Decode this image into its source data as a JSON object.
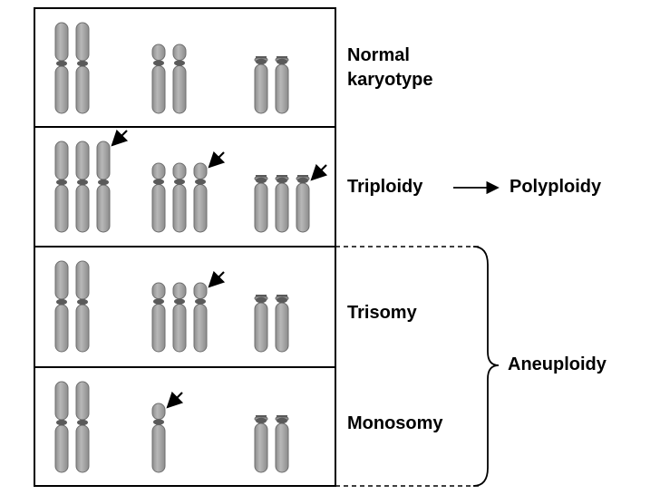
{
  "rows": [
    {
      "label_lines": [
        "Normal",
        "karyotype"
      ],
      "groups": [
        {
          "type": "large",
          "count": 2,
          "arrow": false
        },
        {
          "type": "medium",
          "count": 2,
          "arrow": false
        },
        {
          "type": "small",
          "count": 2,
          "arrow": false
        }
      ]
    },
    {
      "label_lines": [
        "Triploidy"
      ],
      "groups": [
        {
          "type": "large",
          "count": 3,
          "arrow": true
        },
        {
          "type": "medium",
          "count": 3,
          "arrow": true
        },
        {
          "type": "small",
          "count": 3,
          "arrow": true
        }
      ]
    },
    {
      "label_lines": [
        "Trisomy"
      ],
      "groups": [
        {
          "type": "large",
          "count": 2,
          "arrow": false
        },
        {
          "type": "medium",
          "count": 3,
          "arrow": true
        },
        {
          "type": "small",
          "count": 2,
          "arrow": false
        }
      ]
    },
    {
      "label_lines": [
        "Monosomy"
      ],
      "groups": [
        {
          "type": "large",
          "count": 2,
          "arrow": false
        },
        {
          "type": "medium",
          "count": 1,
          "arrow": true
        },
        {
          "type": "small",
          "count": 2,
          "arrow": false
        }
      ]
    }
  ],
  "polyploidy": {
    "label": "Polyploidy",
    "linked_row": "Triploidy"
  },
  "aneuploidy": {
    "label": "Aneuploidy",
    "linked_rows": [
      "Trisomy",
      "Monosomy"
    ]
  },
  "colors": {
    "chromosome_fill": "#8c8c8c",
    "chromosome_highlight": "#b8b8b8",
    "chromosome_outline": "#6e6e6e",
    "band": "#5a5a5a",
    "line": "#000000"
  }
}
